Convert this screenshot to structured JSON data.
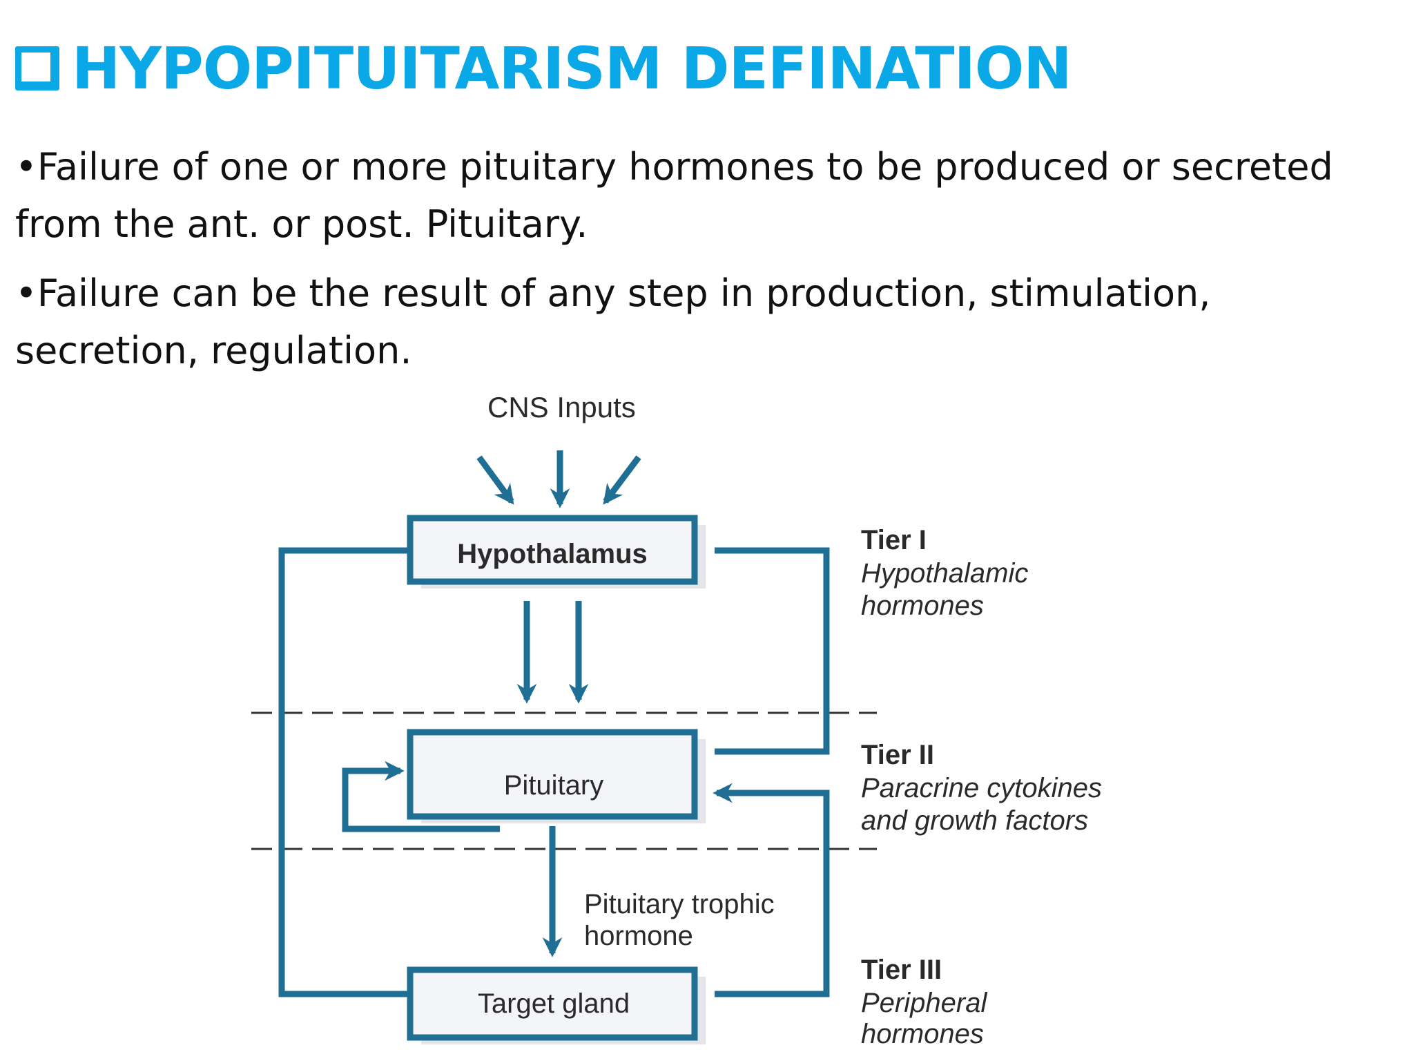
{
  "title": {
    "text": "HYPOPITUITARISM DEFINATION",
    "color": "#0aa8e6",
    "icon": "checkbox-square-icon"
  },
  "bullets": [
    {
      "marker": "•",
      "line1": "Failure of one or more pituitary hormones to be produced or secreted",
      "line2": "from the ant. or post. Pituitary."
    },
    {
      "marker": "•",
      "line1": "Failure can be the result of any step in production, stimulation,",
      "line2": "secretion, regulation."
    }
  ],
  "diagram": {
    "stroke_color": "#1f6e93",
    "box_fill": "#f4f5f8",
    "cns_label": "CNS Inputs",
    "boxes": {
      "hypothalamus": "Hypothalamus",
      "pituitary": "Pituitary",
      "target": "Target gland"
    },
    "trophic_label": [
      "Pituitary trophic",
      "hormone"
    ],
    "tiers": [
      {
        "title": "Tier I",
        "desc": [
          "Hypothalamic",
          "hormones"
        ]
      },
      {
        "title": "Tier II",
        "desc": [
          "Paracrine cytokines",
          "and growth factors"
        ]
      },
      {
        "title": "Tier III",
        "desc": [
          "Peripheral",
          "hormones"
        ]
      }
    ]
  }
}
